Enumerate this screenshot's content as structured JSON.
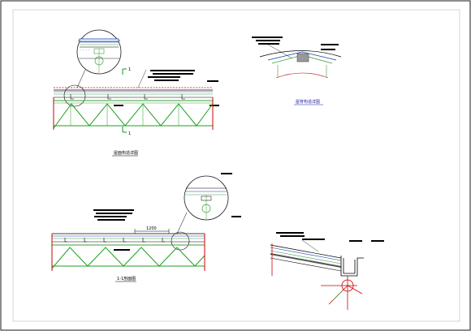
{
  "drawing": {
    "titles": {
      "roof_section": "屋面构造详图",
      "ridge_detail": "屋脊构造详图",
      "section_11": "1-1剖面图"
    },
    "markers": {
      "section_mark_top": "1",
      "section_mark_bottom": "1"
    },
    "dimensions": {
      "purlin_spacing": "1200"
    }
  }
}
